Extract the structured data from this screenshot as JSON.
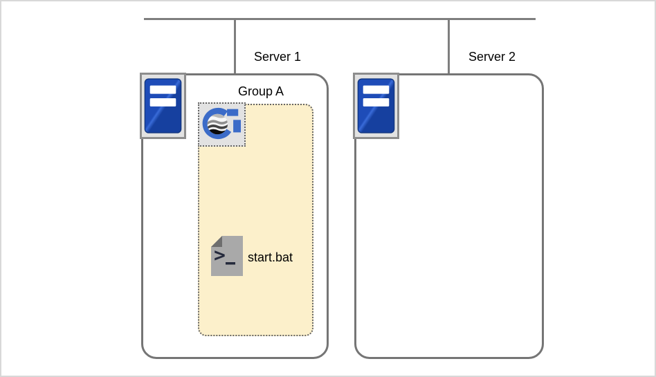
{
  "canvas": {
    "background": "#ffffff",
    "border_color": "#d8d8d8"
  },
  "network": {
    "bus_color": "#7e7e7e",
    "topology": "two servers attached to one horizontal bus"
  },
  "servers": [
    {
      "label": "Server 1",
      "icon": "server-icon"
    },
    {
      "label": "Server 2",
      "icon": "server-icon"
    }
  ],
  "group": {
    "label": "Group A",
    "fill": "#fcf0cb",
    "border_color": "#646464",
    "logo_icon": "genexus-logo-icon"
  },
  "batch_file": {
    "label": "start.bat",
    "icon": "terminal-script-file-icon"
  },
  "palette": {
    "node_border": "#757575",
    "server_icon_blue": "#1e4cb8",
    "server_icon_blue_dark": "#16409f",
    "logo_blue": "#3b6bc8",
    "icon_plate_gray": "#e2e2e2",
    "file_gray": "#a9a9a9"
  }
}
